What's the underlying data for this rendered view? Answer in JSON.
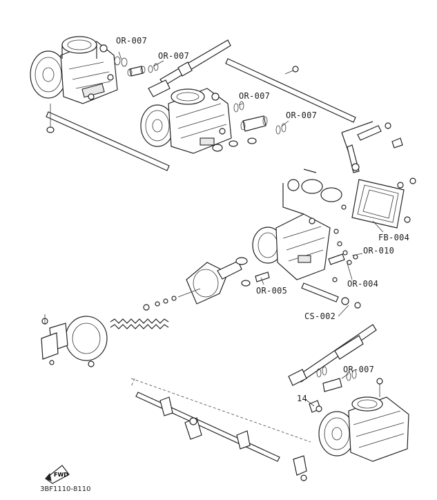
{
  "callouts": {
    "or007_a": "OR-007",
    "or007_b": "OR-007",
    "or007_c": "OR-007",
    "or007_d": "OR-007",
    "or007_e": "OR-007",
    "fb004": "FB-004",
    "or010": "OR-010",
    "or004": "OR-004",
    "or005": "OR-005",
    "cs002": "CS-002",
    "part14": "14"
  },
  "drawing_id": "3BF1110-8110",
  "fwd_label": "FWD"
}
